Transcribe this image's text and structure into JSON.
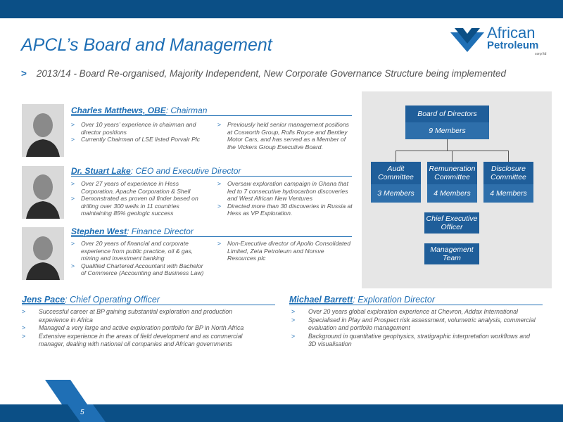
{
  "title": "APCL’s Board and Management",
  "logo": {
    "line1": "African",
    "line2": "Petroleum",
    "suffix": "corp ltd"
  },
  "subtitle": "2013/14 - Board Re-organised, Majority Independent, New Corporate Governance Structure being implemented",
  "people": [
    {
      "name": "Charles Matthews, OBE",
      "role": ": Chairman",
      "col1": [
        "Over 10 years’ experience in chairman and director positions",
        "Currently Chairman of LSE listed Porvair Plc"
      ],
      "col2": [
        "Previously held senior management positions at Cosworth Group, Rolls Royce and Bentley Motor Cars, and has served as a Member of the Vickers Group Executive Board."
      ]
    },
    {
      "name": "Dr. Stuart Lake",
      "role": ": CEO and Executive Director",
      "col1": [
        "Over 27 years of experience in Hess Corporation, Apache Corporation & Shell",
        "Demonstrated as proven oil finder based on drilling over 300 wells in 11 countries maintaining 85% geologic success"
      ],
      "col2": [
        "Oversaw exploration campaign in Ghana that led to 7 consecutive hydrocarbon discoveries and West African New Ventures",
        "Directed more than 30 discoveries in Russia at Hess as VP Exploration."
      ]
    },
    {
      "name": "Stephen West",
      "role": ": Finance Director",
      "col1": [
        "Over 20 years of financial and corporate experience from public practice, oil & gas, mining and investment banking",
        "Qualified Chartered Accountant with Bachelor of Commerce (Accounting and Business Law)"
      ],
      "col2": [
        "Non-Executive director of Apollo Consolidated Limited, Zeta Petroleum and Norsve Resources plc"
      ]
    }
  ],
  "org": {
    "board": "Board of Directors",
    "board_members": "9 Members",
    "committees": [
      {
        "name": "Audit Committee",
        "members": "3 Members"
      },
      {
        "name": "Remuneration Committee",
        "members": "4 Members"
      },
      {
        "name": "Disclosure Committee",
        "members": "4 Members"
      }
    ],
    "ceo": "Chief Executive Officer",
    "mgmt": "Management Team"
  },
  "lower": [
    {
      "name": "Jens Pace",
      "role": ": Chief Operating Officer",
      "items": [
        "Successful career at BP gaining substantial exploration and production experience in Africa",
        "Managed a very large and active exploration portfolio for BP in North Africa",
        "Extensive experience in the areas of field development and as commercial manager, dealing with national oil companies and African governments"
      ]
    },
    {
      "name": "Michael Barrett",
      "role": ": Exploration Director",
      "items": [
        "Over 20 years global exploration experience at Chevron, Addax International",
        "Specialised in Play and Prospect risk assessment, volumetric analysis, commercial evaluation and portfolio management",
        "Background in quantitative geophysics, stratigraphic interpretation workflows and 3D visualisation"
      ]
    }
  ],
  "page_number": "5",
  "colors": {
    "brand_blue": "#1f6fb5",
    "dark_blue": "#0b4f86",
    "box_blue": "#1f5e9a"
  }
}
